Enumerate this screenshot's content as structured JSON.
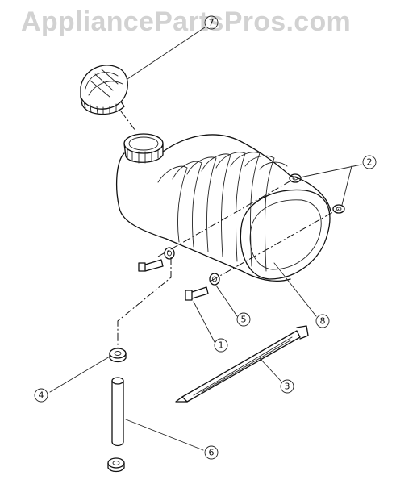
{
  "watermark": {
    "text": "AppliancePartsPros.com"
  },
  "callouts": [
    {
      "id": "7",
      "label": "7"
    },
    {
      "id": "2",
      "label": "2"
    },
    {
      "id": "8",
      "label": "8"
    },
    {
      "id": "5",
      "label": "5"
    },
    {
      "id": "1",
      "label": "1"
    },
    {
      "id": "3",
      "label": "3"
    },
    {
      "id": "4",
      "label": "4"
    },
    {
      "id": "6",
      "label": "6"
    }
  ]
}
